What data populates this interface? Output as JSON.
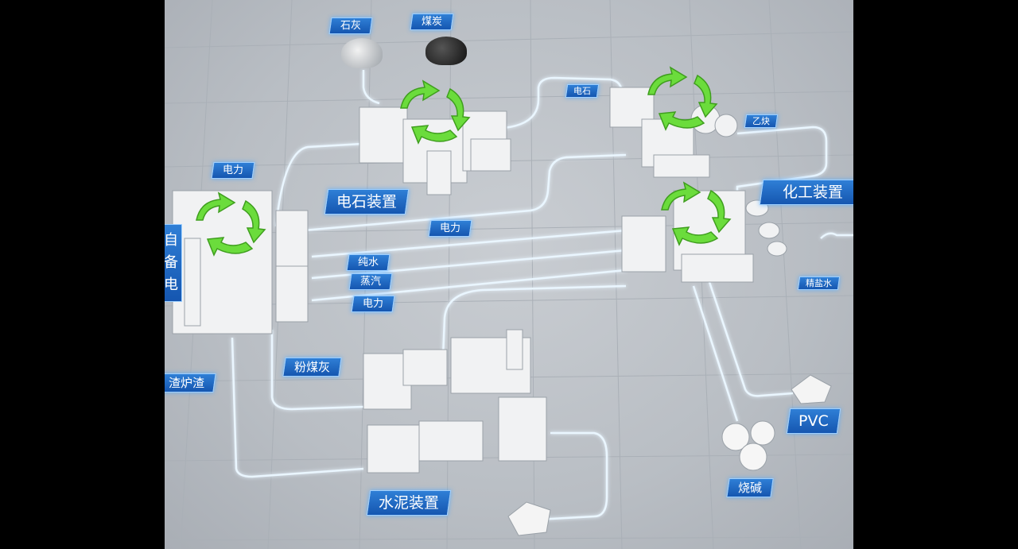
{
  "materials": {
    "limestone": "石灰",
    "coal": "煤炭",
    "carbide_in": "电石",
    "acetylene": "乙炔"
  },
  "plants": {
    "carbide_plant": "电石装置",
    "chemical_plant": "化工装置",
    "cement_plant": "水泥装置",
    "power_plant_partial_top": "自",
    "power_plant_partial_mid": "备",
    "power_plant_partial_bot": "电"
  },
  "flows": {
    "power_top": "电力",
    "power_mid": "电力",
    "pure_water": "纯水",
    "steam": "蒸汽",
    "power_bottom": "电力",
    "fly_ash": "粉煤灰",
    "slag": "渣炉渣",
    "brine": "精盐水"
  },
  "products": {
    "pvc": "PVC",
    "caustic_soda": "烧碱"
  },
  "colors": {
    "background": "#bcc1c7",
    "flow_line": "#eaf6ff",
    "flow_glow": "#5fb4ff",
    "tag_blue": "#1e67c2",
    "cycle_arrow": "#6bdc3c"
  },
  "icons": [
    "recycle-arrows-icon",
    "factory-icon",
    "material-pile-icon"
  ]
}
